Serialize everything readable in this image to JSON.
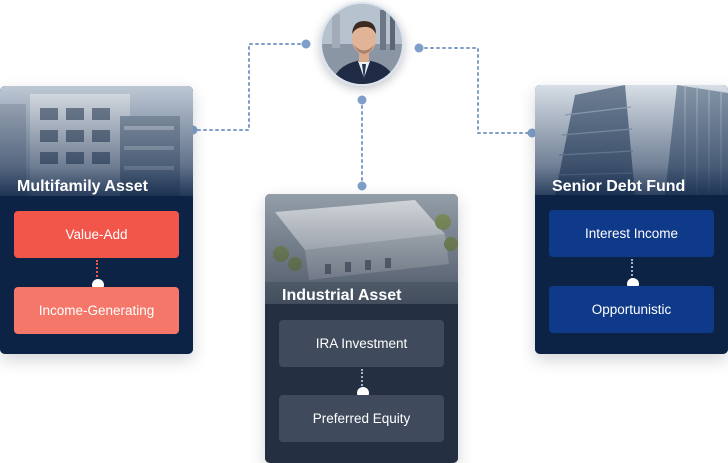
{
  "nodes": {
    "person": {
      "icon": "investor-avatar"
    },
    "multifamily": {
      "title": "Multifamily Asset",
      "options": [
        "Value-Add",
        "Income-Generating"
      ]
    },
    "industrial": {
      "title": "Industrial Asset",
      "options": [
        "IRA Investment",
        "Preferred Equity"
      ]
    },
    "senior_debt": {
      "title": "Senior Debt Fund",
      "options": [
        "Interest Income",
        "Opportunistic"
      ]
    }
  },
  "colors": {
    "navy": "#0c2346",
    "slate": "#242f42",
    "coral": "#f2554a",
    "coral_light": "#f4776a",
    "royal_blue": "#0f3a8a",
    "connector": "#7f9fc8"
  }
}
